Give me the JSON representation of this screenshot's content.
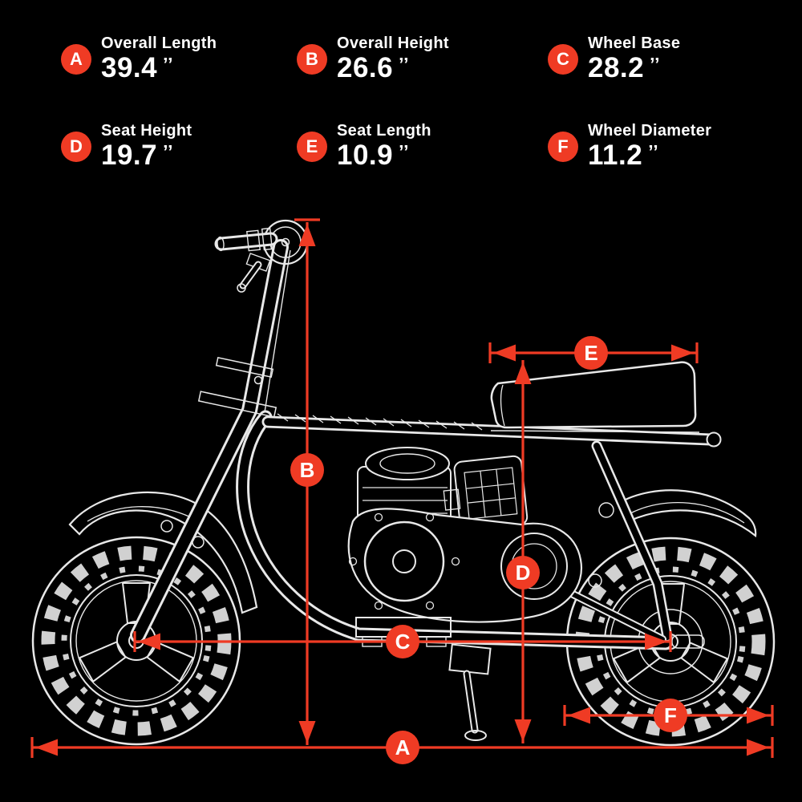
{
  "header": {
    "specs": [
      {
        "id": "A",
        "label": "Overall Length",
        "value": "39.4",
        "unit": "’’"
      },
      {
        "id": "B",
        "label": "Overall Height",
        "value": "26.6",
        "unit": "’’"
      },
      {
        "id": "C",
        "label": "Wheel Base",
        "value": "28.2",
        "unit": "’’"
      },
      {
        "id": "D",
        "label": "Seat Height",
        "value": "19.7",
        "unit": "’’"
      },
      {
        "id": "E",
        "label": "Seat Length",
        "value": "10.9",
        "unit": "’’"
      },
      {
        "id": "F",
        "label": "Wheel Diameter",
        "value": "11.2",
        "unit": "’’"
      }
    ]
  },
  "diagram": {
    "subject": "mini bike side-view technical line drawing with dimension callouts",
    "badges": [
      "A",
      "B",
      "C",
      "D",
      "E",
      "F"
    ]
  },
  "colors": {
    "accent": "#ef3b24",
    "background": "#000000",
    "line": "#e8e8e8",
    "text": "#ffffff"
  }
}
